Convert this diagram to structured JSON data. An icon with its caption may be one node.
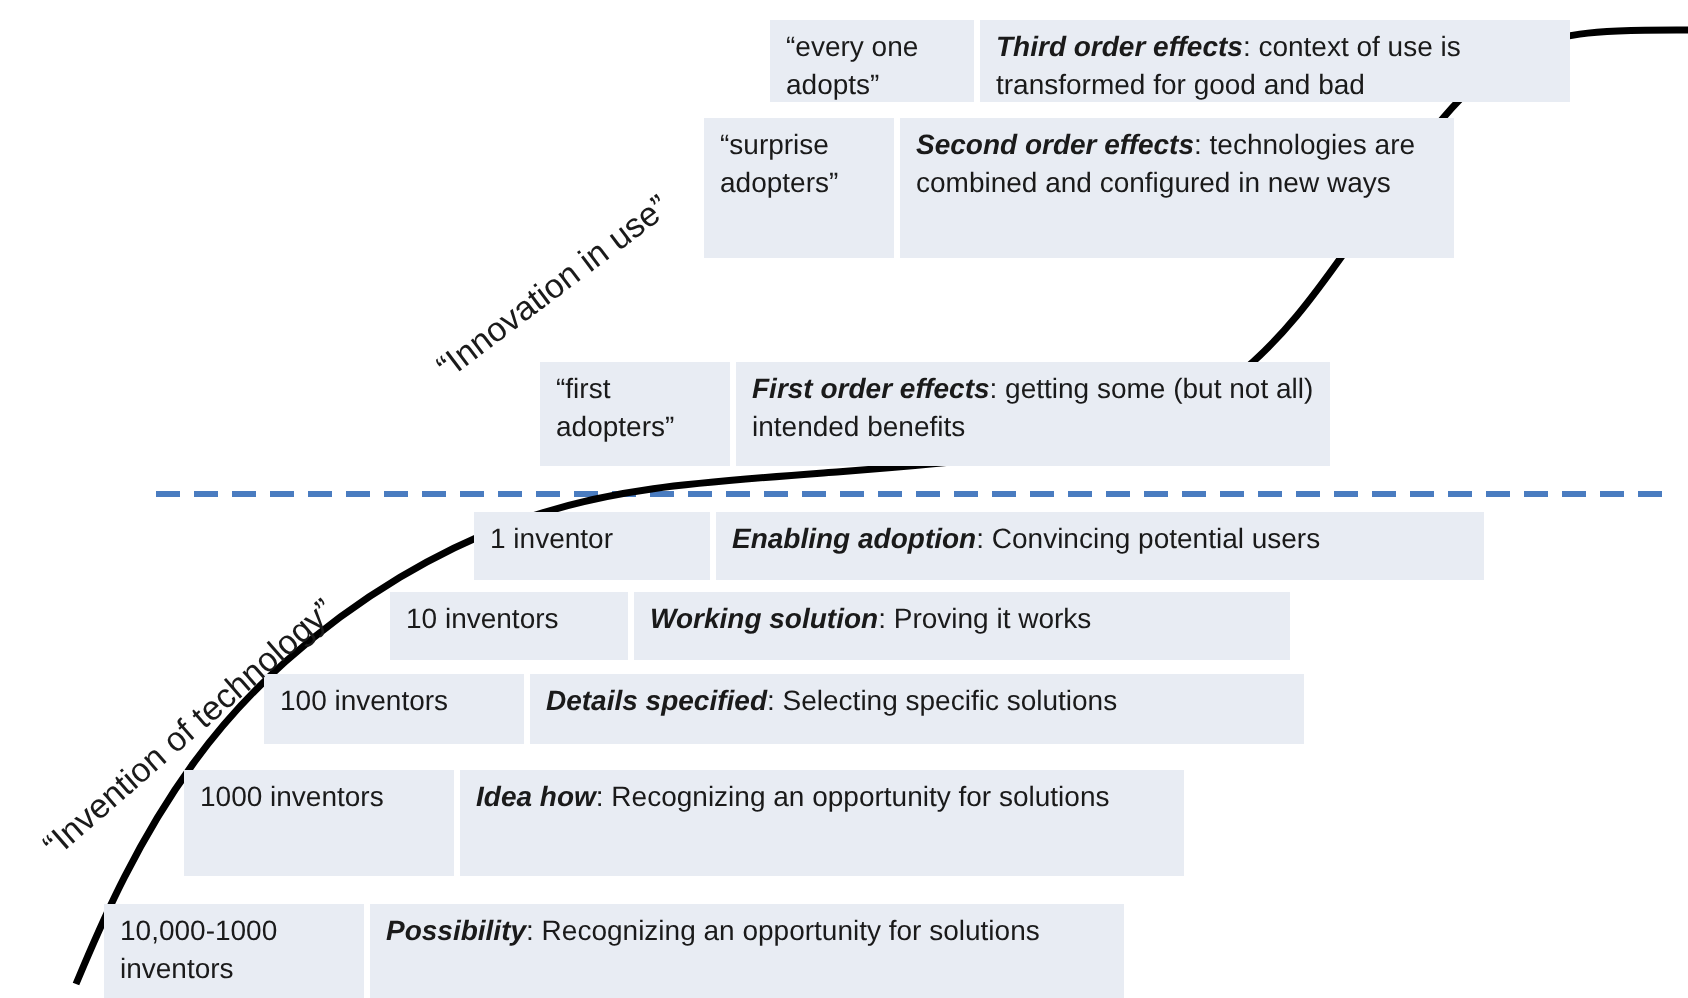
{
  "diagram": {
    "nodes": [
      {
        "text": [
          "“every one adopts”"
        ]
      },
      {
        "text": [
          "**Third order effects**: context of use is transformed for good and bad"
        ]
      },
      {
        "text": [
          "“surprise adopters”"
        ]
      },
      {
        "text": [
          "**Second order effects**: technologies are combined and configured in new ways"
        ]
      },
      {
        "text": [
          "“first adopters”"
        ]
      },
      {
        "text": [
          "**First order effects**: getting some (but not all) intended benefits"
        ]
      },
      {
        "text": [
          "1 inventor"
        ]
      },
      {
        "text": [
          "**Enabling adoption**: Convincing potential users"
        ]
      },
      {
        "text": [
          "10 inventors"
        ]
      },
      {
        "text": [
          "**Working solution**: Proving it works"
        ]
      },
      {
        "text": [
          "100 inventors"
        ]
      },
      {
        "text": [
          "**Details specified**: Selecting specific solutions"
        ]
      },
      {
        "text": [
          "1000 inventors"
        ]
      },
      {
        "text": [
          "**Idea how**: Recognizing an opportunity for solutions"
        ]
      },
      {
        "text": [
          "10,000-1000 inventors"
        ]
      },
      {
        "text": [
          "**Possibility**: Recognizing an opportunity for solutions"
        ]
      }
    ],
    "labels": [
      "“Innovation in use”",
      "“Invention of technology”"
    ]
  }
}
